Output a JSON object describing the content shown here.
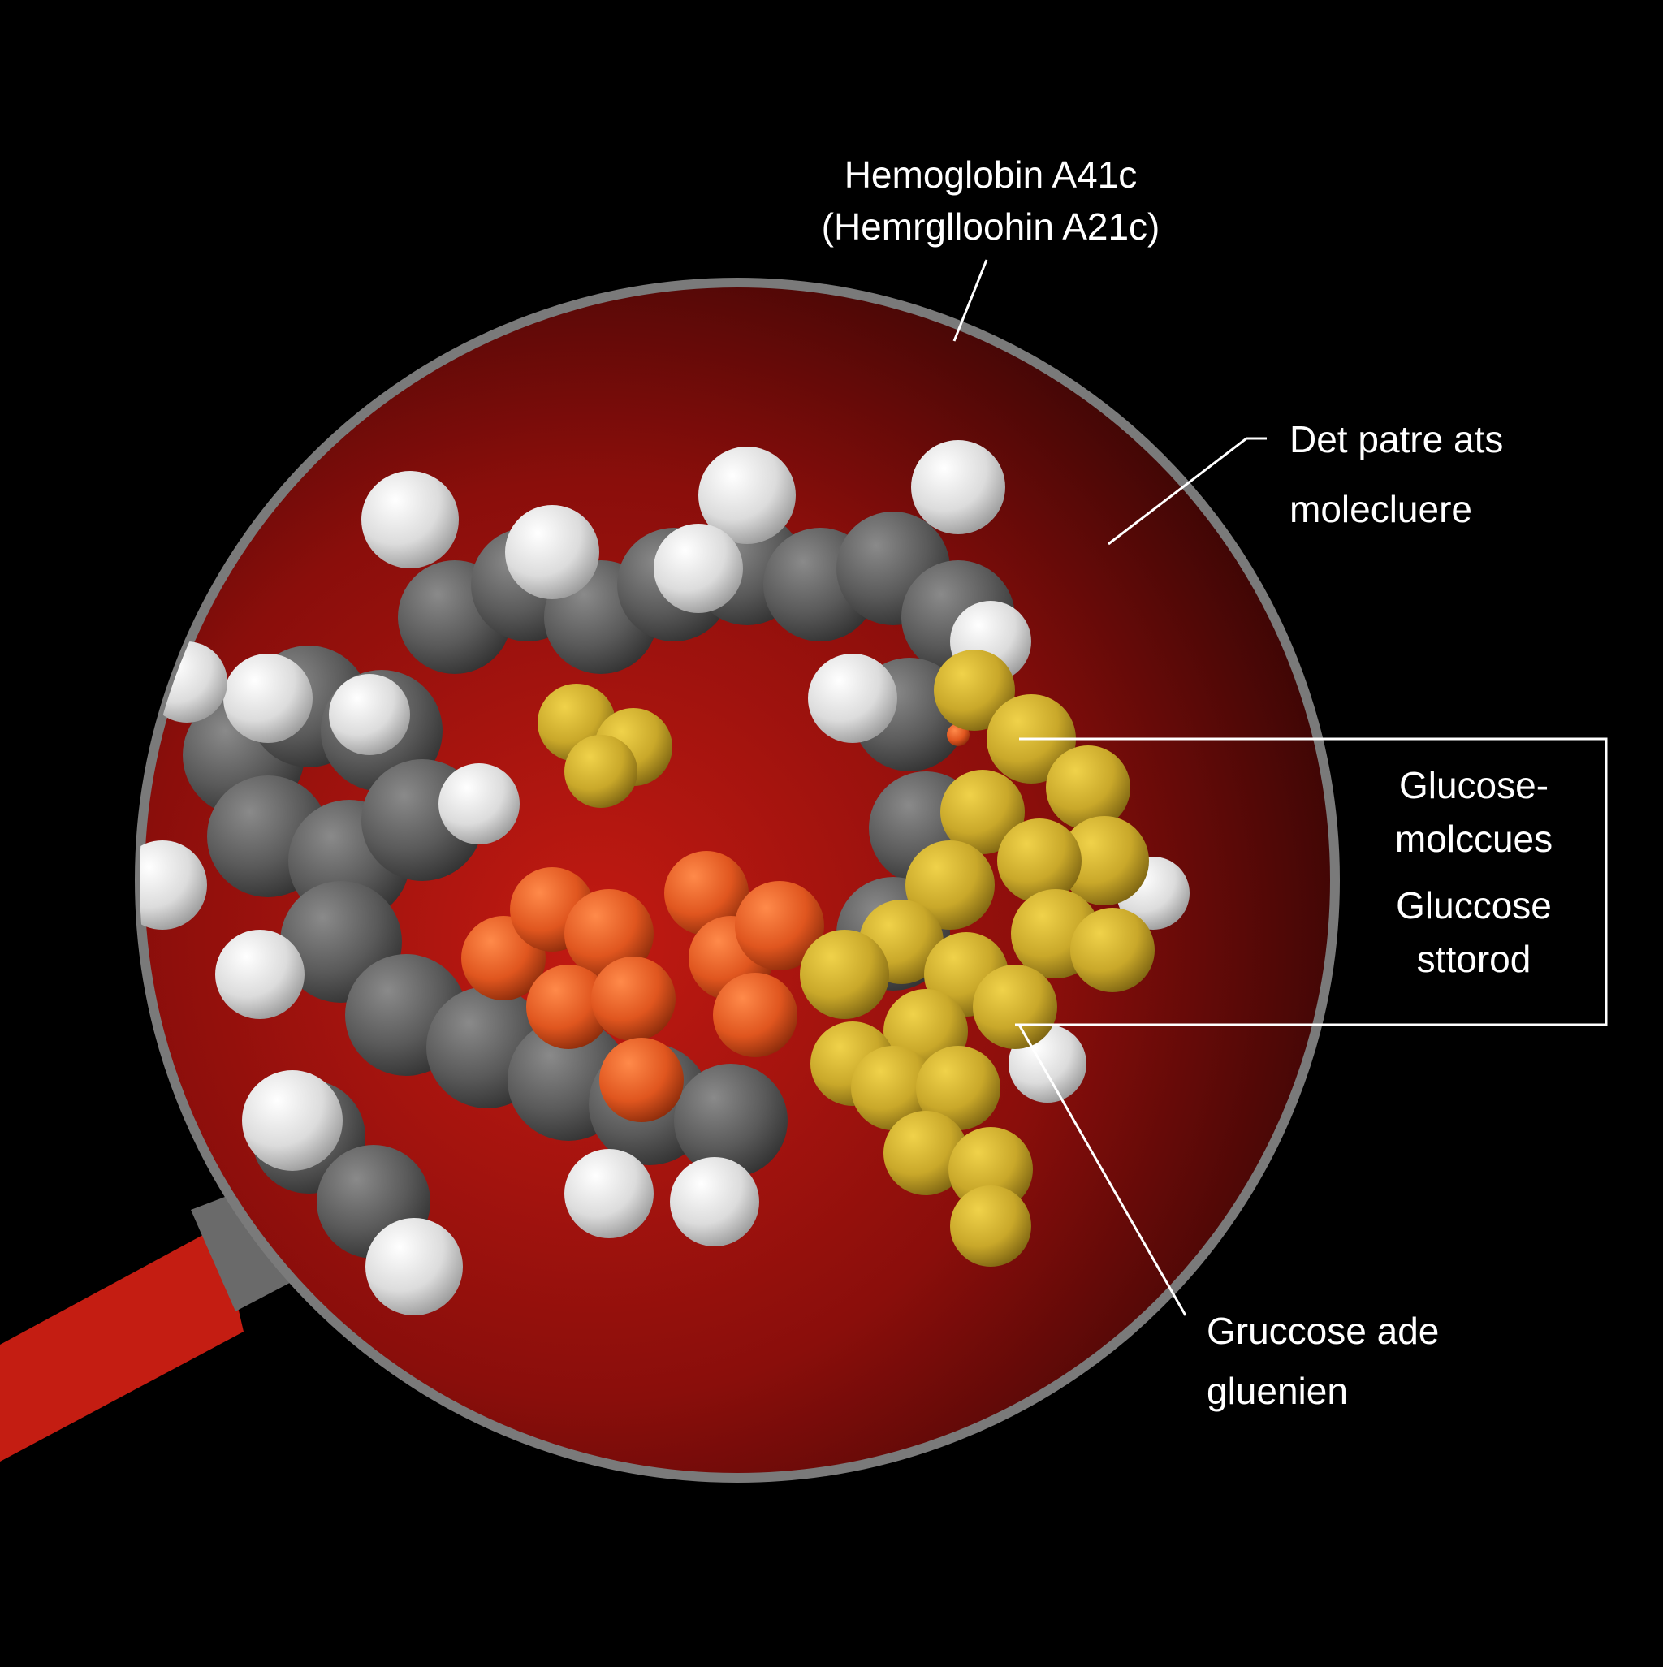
{
  "colors": {
    "background": "#000000",
    "lens_fill": "#8e0f0c",
    "lens_rim": "#7a7a7a",
    "handle": "#c41d12",
    "carbon": "#5a5a5a",
    "hydrogen": "#e6e6e6",
    "sulfur_glucose": "#c9a82a",
    "oxygen": "#e0561f",
    "text": "#ffffff"
  },
  "title": {
    "line1": "Hemoglobin A41c",
    "line2": "(Hemrglloohin A21c)"
  },
  "labels": {
    "detail": {
      "line1": "Det patre ats",
      "line2": "molecluere"
    },
    "glucose_box": {
      "line1": "Glucose-",
      "line2": "molccues",
      "line3": "Gluccose",
      "line4": "sttorod"
    },
    "glucose_adduct": {
      "line1": "Gruccose ade",
      "line2": "gluenien"
    }
  },
  "icons": {
    "magnifier": "magnifying-glass-icon"
  }
}
